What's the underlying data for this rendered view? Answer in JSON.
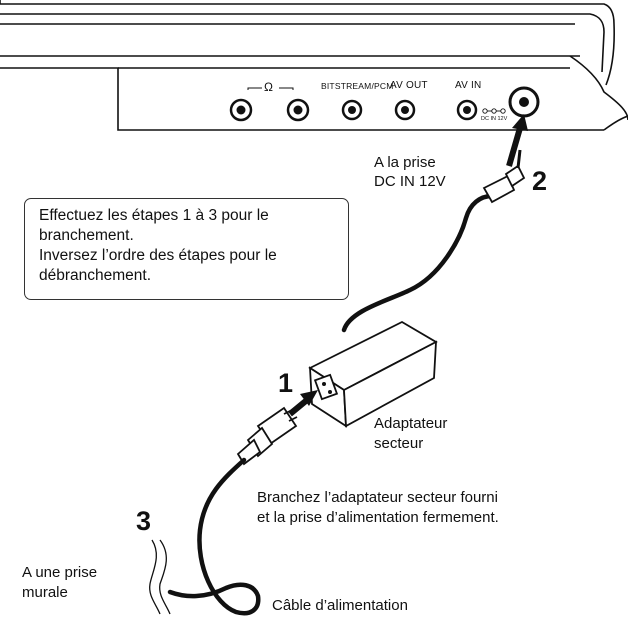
{
  "device": {
    "ports": {
      "headphone_symbol": "Ω",
      "bitstream": "BITSTREAM/PCM",
      "av_out": "AV OUT",
      "av_in": "AV IN",
      "dc_in_small": "DC IN 12V"
    }
  },
  "note": {
    "line1": "Effectuez les étapes 1 à 3 pour le",
    "line2": "branchement.",
    "line3": "Inversez l’ordre des étapes pour le",
    "line4": "débranchement."
  },
  "labels": {
    "dc_in_1": "A la prise",
    "dc_in_2": "DC IN 12V",
    "adapter_1": "Adaptateur",
    "adapter_2": "secteur",
    "instruction_1": "Branchez l’adaptateur secteur fourni",
    "instruction_2": "et la prise d’alimentation fermement.",
    "wall_1": "A une prise",
    "wall_2": "murale",
    "cable": "Câble d’alimentation"
  },
  "steps": {
    "one": "1",
    "two": "2",
    "three": "3"
  }
}
